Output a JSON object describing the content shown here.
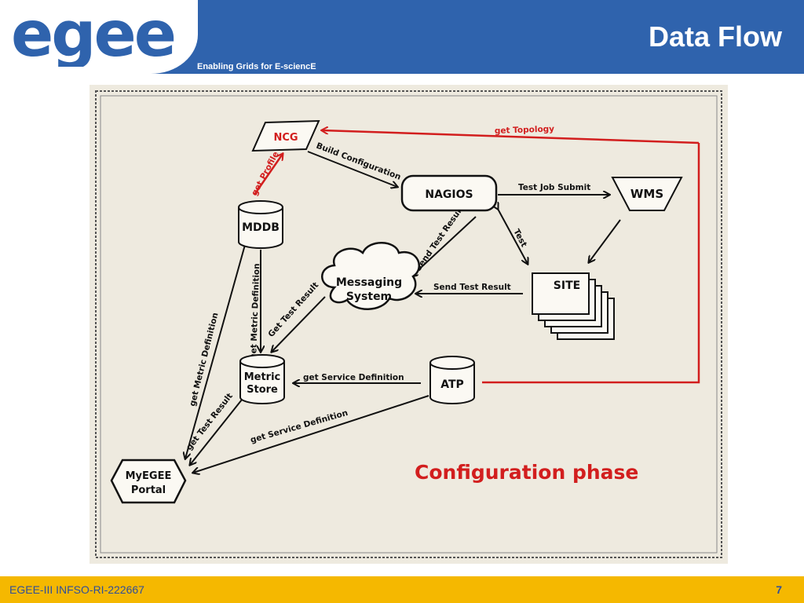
{
  "header": {
    "title": "Data Flow",
    "logo_text": "egee",
    "tagline": "Enabling Grids for E-sciencE"
  },
  "diagram": {
    "nodes": {
      "ncg": "NCG",
      "nagios": "NAGIOS",
      "wms": "WMS",
      "mddb": "MDDB",
      "messaging_line1": "Messaging",
      "messaging_line2": "System",
      "site": "SITE",
      "metric_store_line1": "Metric",
      "metric_store_line2": "Store",
      "atp": "ATP",
      "portal_line1": "MyEGEE",
      "portal_line2": "Portal"
    },
    "edges": {
      "get_topology": "get Topology",
      "build_configuration": "Build Configuration",
      "get_profile": "get Profile",
      "test_job_submit": "Test Job Submit",
      "test": "Test",
      "send_test_result_diag": "Send Test Result",
      "send_test_result": "Send Test Result",
      "get_metric_definition_vert": "get Metric Definition",
      "get_test_result_diag": "Get Test Result",
      "get_metric_definition_left": "get Metric Definition",
      "get_service_definition": "get Service Definition",
      "get_test_result_left": "get Test Result",
      "get_service_definition_lower": "get Service Definition"
    },
    "phase_label": "Configuration phase",
    "colors": {
      "accent_red": "#d21e1e",
      "ink": "#111111"
    }
  },
  "footer": {
    "left": "EGEE-III INFSO-RI-222667",
    "page_number": "7"
  },
  "colors": {
    "header_blue": "#2f63ad",
    "footer_yellow": "#f5b800",
    "paper": "#eeeadf"
  }
}
